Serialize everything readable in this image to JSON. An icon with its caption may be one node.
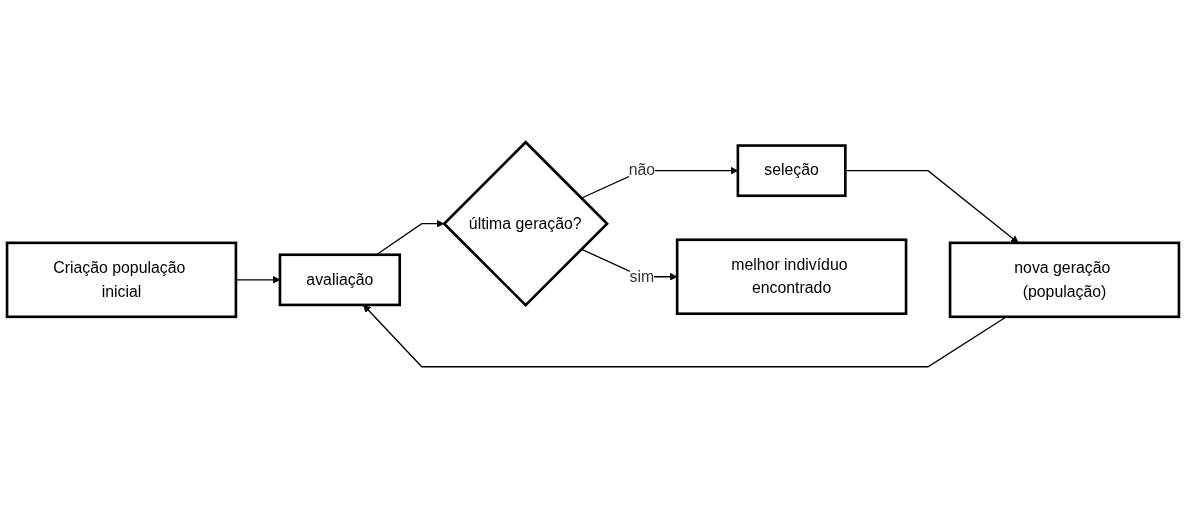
{
  "diagram": {
    "nodes": [
      {
        "text": [
          "Criação população inicial"
        ]
      },
      {
        "text": [
          "avaliação"
        ]
      },
      {
        "text": [
          "última geração?"
        ]
      },
      {
        "text": [
          "seleção"
        ]
      },
      {
        "text": [
          "nova geração (população)"
        ]
      },
      {
        "text": [
          "melhor indivíduo encontrado"
        ]
      }
    ],
    "edges": [
      {
        "from": 0,
        "to": 1,
        "arrow": "to"
      },
      {
        "from": 1,
        "to": 2,
        "arrow": "to"
      },
      {
        "from": 2,
        "to": 3,
        "label": "não",
        "arrow": "to"
      },
      {
        "from": 3,
        "to": 4,
        "arrow": "to"
      },
      {
        "from": 4,
        "to": 1,
        "arrow": "to"
      },
      {
        "from": 2,
        "to": 5,
        "label": "sim",
        "arrow": "to"
      }
    ]
  }
}
